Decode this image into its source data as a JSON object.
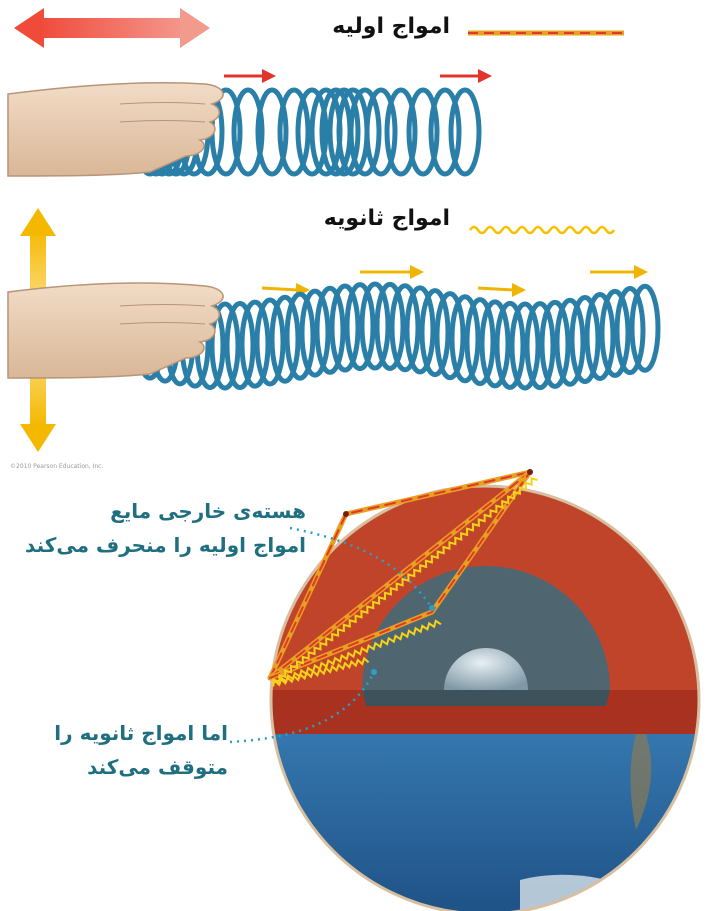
{
  "legend": {
    "primary_label": "امواج اولیه",
    "secondary_label": "امواج ثانویه",
    "primary_color": "#e8a020",
    "secondary_color": "#f2c200"
  },
  "annotations": {
    "liquid_core_line1": "هسته‌ی خارجی مایع",
    "liquid_core_line2": "امواج اولیه را منحرف می‌کند",
    "secondary_stop_line1": "اما امواج ثانویه را",
    "secondary_stop_line2": "متوقف می‌کند"
  },
  "copyright_text": "©2010 Pearson Education, Inc.",
  "colors": {
    "spring": "#2a7fa8",
    "mantle": "#c0442a",
    "outer_core": "#4f6670",
    "inner_core": "#a9bcc6",
    "ocean": "#2d6fa6",
    "annotation_text": "#1f6f80",
    "red_arrow": "#e1352b",
    "yellow_arrow": "#f0b400"
  }
}
